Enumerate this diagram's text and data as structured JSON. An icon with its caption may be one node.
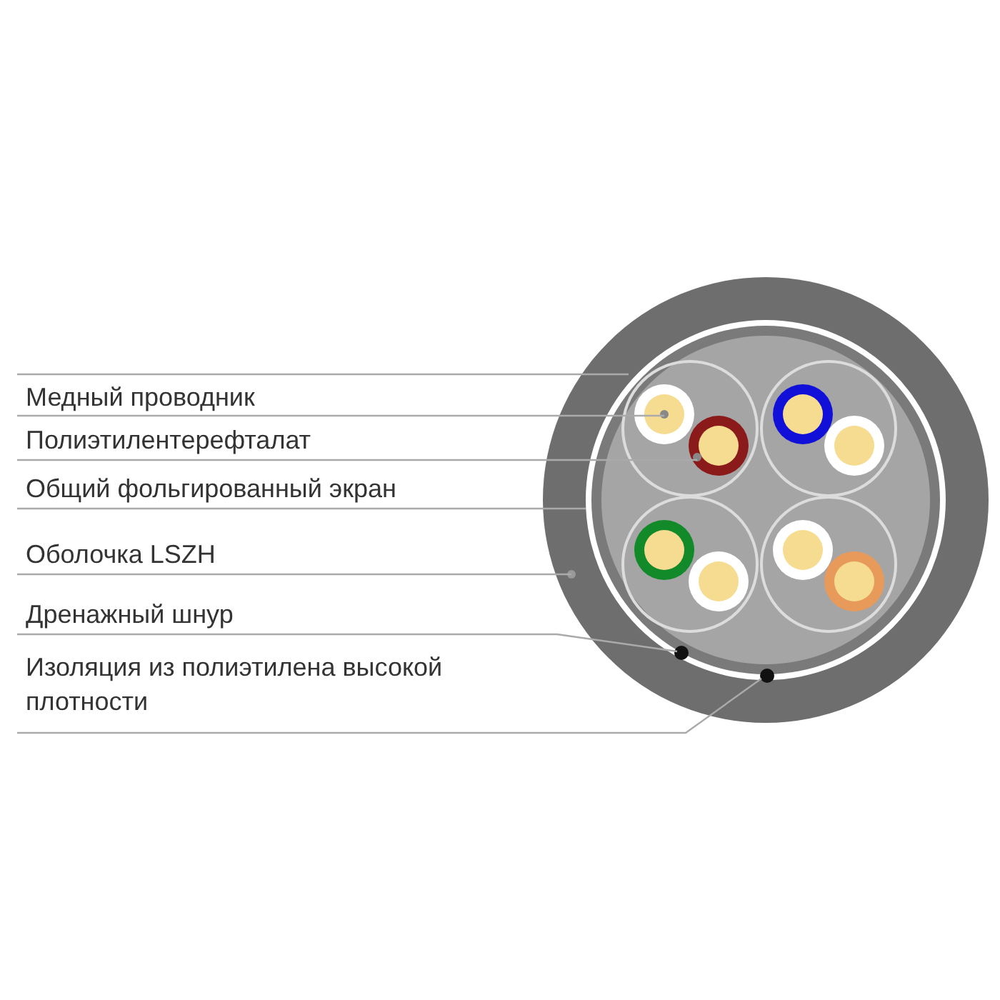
{
  "diagram": {
    "nodes": [
      {
        "text": [
          "Медный проводник"
        ]
      },
      {
        "text": [
          "Полиэтилентерефталат"
        ]
      },
      {
        "text": [
          "Общий фольгированный экран"
        ]
      },
      {
        "text": [
          "Оболочка LSZH"
        ]
      },
      {
        "text": [
          "Дренажный шнур"
        ]
      },
      {
        "text": [
          "Изоляция из полиэтилена высокой плотности"
        ]
      }
    ],
    "edges": [
      {
        "from": 0,
        "to": null,
        "arrow": "none"
      },
      {
        "from": 1,
        "to": null,
        "arrow": "none"
      },
      {
        "from": 2,
        "to": null,
        "arrow": "none"
      },
      {
        "from": 3,
        "to": null,
        "arrow": "none"
      },
      {
        "from": 4,
        "to": null,
        "arrow": "none"
      },
      {
        "from": 5,
        "to": null,
        "arrow": "none"
      }
    ]
  }
}
